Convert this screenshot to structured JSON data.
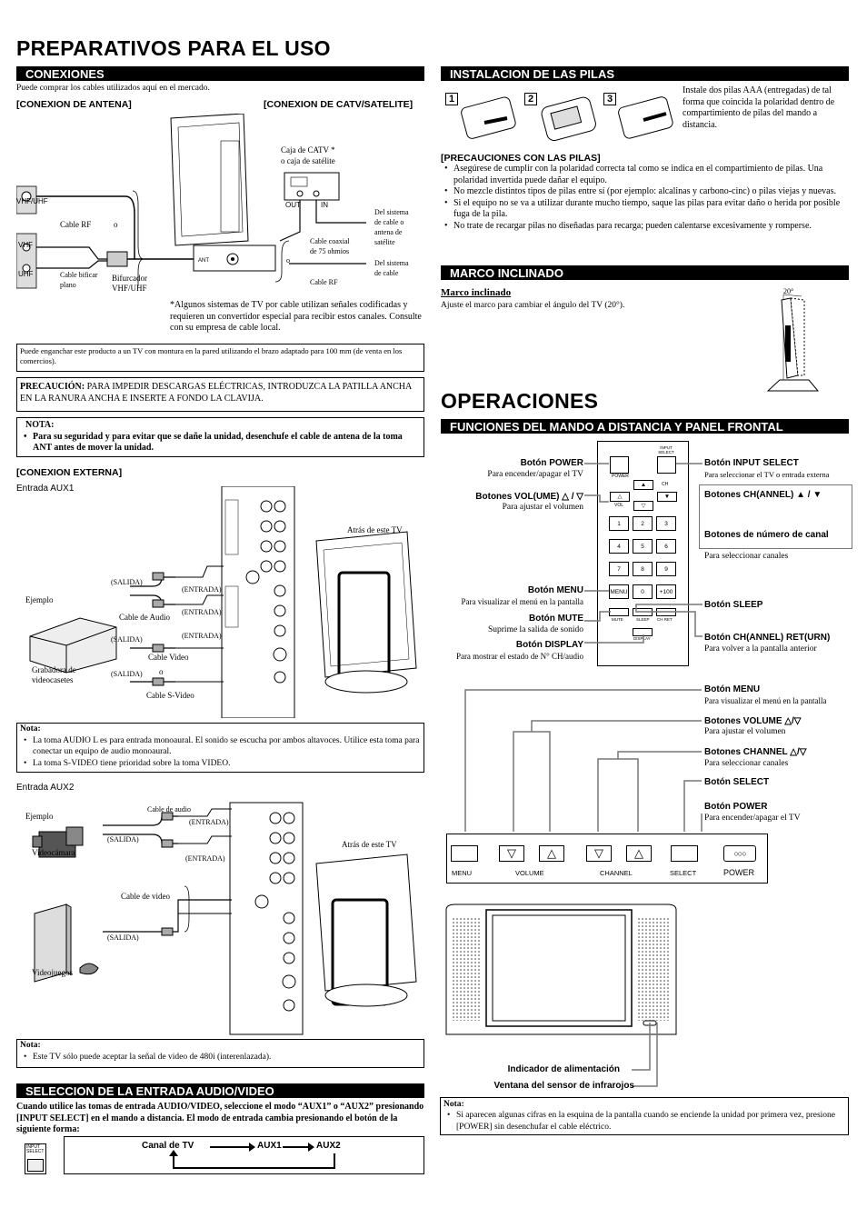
{
  "page_title": "PREPARATIVOS PARA EL USO",
  "operations_title": "OPERACIONES",
  "connections": {
    "header": "CONEXIONES",
    "intro": "Puede comprar los cables utilizados aquí en el mercado.",
    "antenna_label": "[CONEXION DE ANTENA]",
    "catv_label": "[CONEXION DE CATV/SATELITE]",
    "diagram": {
      "catv_box": "Caja de CATV *",
      "catv_box2": "o caja de satélite",
      "out": "OUT",
      "in": "IN",
      "cable_rf": "Cable RF",
      "o1": "o",
      "del_sistema": "Del sistema",
      "de_cable_o": "de cable o",
      "antena_de": "antena de",
      "satelite": "satélite",
      "cable_coaxial": "Cable coaxial",
      "de_75": "de 75 ohmios",
      "o2": "o",
      "del_sistema2": "Del sistema",
      "de_cable": "de cable",
      "cable_rf2": "Cable RF",
      "cable_bificar": "Cable bificar",
      "plano": "plano",
      "bifurcador": "Bifurcador",
      "vhf_uhf": "VHF/UHF",
      "ant": "ANT",
      "vhf_uhf_tag": "VHF/UHF",
      "vhf": "VHF",
      "uhf": "UHF"
    },
    "asterisk_note": "*Algunos sistemas de TV por cable utilizan señales codificadas y requieren un convertidor especial para recibir estos canales. Consulte con su empresa de cable local.",
    "wall_mount": "Puede enganchar este producto a un TV con montura en la pared utilizando el brazo adaptado para 100 mm (de venta en los comercios).",
    "precaution_lead": "PRECAUCIÓN:",
    "precaution_text": "PARA IMPEDIR DESCARGAS ELÉCTRICAS, INTRODUZCA LA PATILLA ANCHA EN LA RANURA ANCHA E INSERTE A FONDO LA CLAVIJA.",
    "nota_label": "NOTA:",
    "nota_text": "Para su seguridad y para evitar que se dañe la unidad, desenchufe el cable de antena de la toma ANT antes de mover la unidad."
  },
  "external": {
    "label": "[CONEXION EXTERNA]",
    "aux1_label": "Entrada AUX1",
    "back_tv": "Atrás de este TV",
    "ejemplo": "Ejemplo",
    "salida": "(SALIDA)",
    "entrada": "(ENTRADA)",
    "cable_audio": "Cable de Audio",
    "cable_video": "Cable Video",
    "o": "o",
    "cable_svideo": "Cable S-Video",
    "grabadora1": "Grabadora de",
    "grabadora2": "videocasetes",
    "nota1_label": "Nota:",
    "nota1_a": "La toma AUDIO L es para entrada monoaural. El sonido se escucha por ambos altavoces. Utilice esta toma para conectar un equipo de audio monoaural.",
    "nota1_b": "La toma S-VIDEO tiene prioridad sobre la toma VIDEO.",
    "aux2_label": "Entrada AUX2",
    "cable_audio2": "Cable de audio",
    "cable_video2": "Cable de video",
    "videocamara": "Videocámara",
    "videojuegos": "Videojuegos",
    "back_tv2": "Atrás de este TV",
    "nota2_label": "Nota:",
    "nota2_text": "Este TV sólo puede aceptar la señal de video de 480i (interenlazada)."
  },
  "selection": {
    "header": "SELECCION DE LA ENTRADA AUDIO/VIDEO",
    "text": "Cuando utilice las tomas de entrada AUDIO/VIDEO, seleccione el modo “AUX1” o “AUX2” presionando [INPUT SELECT] en el mando a distancia. El modo de entrada cambia presionando el botón de la siguiente forma:",
    "key_label": "INPUT SELECT",
    "flow": [
      "Canal de TV",
      "AUX1",
      "AUX2"
    ]
  },
  "batteries": {
    "header": "INSTALACION DE LAS PILAS",
    "steps": [
      "1",
      "2",
      "3"
    ],
    "instructions": "Instale dos pilas AAA (entregadas) de tal forma que coincida la polaridad dentro de compartimiento de pilas del mando a distancia.",
    "precautions_label": "[PRECAUCIONES CON LAS PILAS]",
    "precautions": [
      "Asegúrese de cumplir con la polaridad correcta tal como se indica en el compartimiento de pilas. Una polaridad invertida puede dañar el equipo.",
      "No mezcle distintos tipos de pilas entre sí (por ejemplo: alcalinas y carbono-cinc) o pilas viejas y nuevas.",
      "Si el equipo no se va a utilizar durante mucho tiempo, saque las pilas para evitar daño o herida por posible fuga de la pila.",
      "No trate de recargar pilas no diseñadas para recarga; pueden calentarse excesivamente y romperse."
    ]
  },
  "tilt": {
    "header": "MARCO INCLINADO",
    "subtitle": "Marco inclinado",
    "text": "Ajuste el marco para cambiar el ángulo del TV (20°).",
    "angle": "20°"
  },
  "remote": {
    "header": "FUNCIONES DEL MANDO A DISTANCIA Y PANEL FRONTAL",
    "left": [
      {
        "label": "Botón POWER",
        "desc": "Para encender/apagar el TV"
      },
      {
        "label": "Botones VOL(UME) △ / ▽",
        "desc": "Para ajustar el volumen"
      },
      {
        "label": "Botón MENU",
        "desc": "Para visualizar el menú en la pantalla"
      },
      {
        "label": "Botón MUTE",
        "desc": "Suprime la salida de sonido"
      },
      {
        "label": "Botón DISPLAY",
        "desc": "Para mostrar el estado de N° CH/audio"
      }
    ],
    "right": [
      {
        "label": "Botón INPUT SELECT",
        "desc": "Para seleccionar el TV o entrada externa"
      },
      {
        "label": "Botones CH(ANNEL) ▲ / ▼",
        "desc": ""
      },
      {
        "label": "Botones de número de canal",
        "desc": "Para seleccionar canales"
      },
      {
        "label": "Botón SLEEP",
        "desc": ""
      },
      {
        "label": "Botón CH(ANNEL) RET(URN)",
        "desc": "Para volver a la pantalla anterior"
      }
    ],
    "keys": {
      "power": "POWER",
      "input": "INPUT SELECT",
      "ch": "CH",
      "vol": "VOL",
      "numbers": [
        "1",
        "2",
        "3",
        "4",
        "5",
        "6",
        "7",
        "8",
        "9"
      ],
      "menu": "MENU",
      "zero": "0",
      "plus100": "+100",
      "mute": "MUTE",
      "sleep": "SLEEP",
      "chret": "CH RET",
      "display": "DISPLAY"
    }
  },
  "front_panel": {
    "labels": [
      {
        "label": "Botón MENU",
        "desc": "Para visualizar el menú en la pantalla"
      },
      {
        "label": "Botones VOLUME △/▽",
        "desc": "Para ajustar el volumen"
      },
      {
        "label": "Botones CHANNEL △/▽",
        "desc": "Para seleccionar canales"
      },
      {
        "label": "Botón SELECT",
        "desc": ""
      },
      {
        "label": "Botón POWER",
        "desc": "Para encender/apagar el TV"
      }
    ],
    "buttons": [
      "MENU",
      "VOLUME",
      "CHANNEL",
      "SELECT",
      "POWER"
    ],
    "indicator": "Indicador de alimentación",
    "sensor": "Ventana del sensor de infrarojos",
    "nota_label": "Nota:",
    "nota_text": "Si aparecen algunas cifras en la esquina de la pantalla cuando se enciende la unidad por primera vez, presione [POWER] sin desenchufar el cable eléctrico."
  }
}
